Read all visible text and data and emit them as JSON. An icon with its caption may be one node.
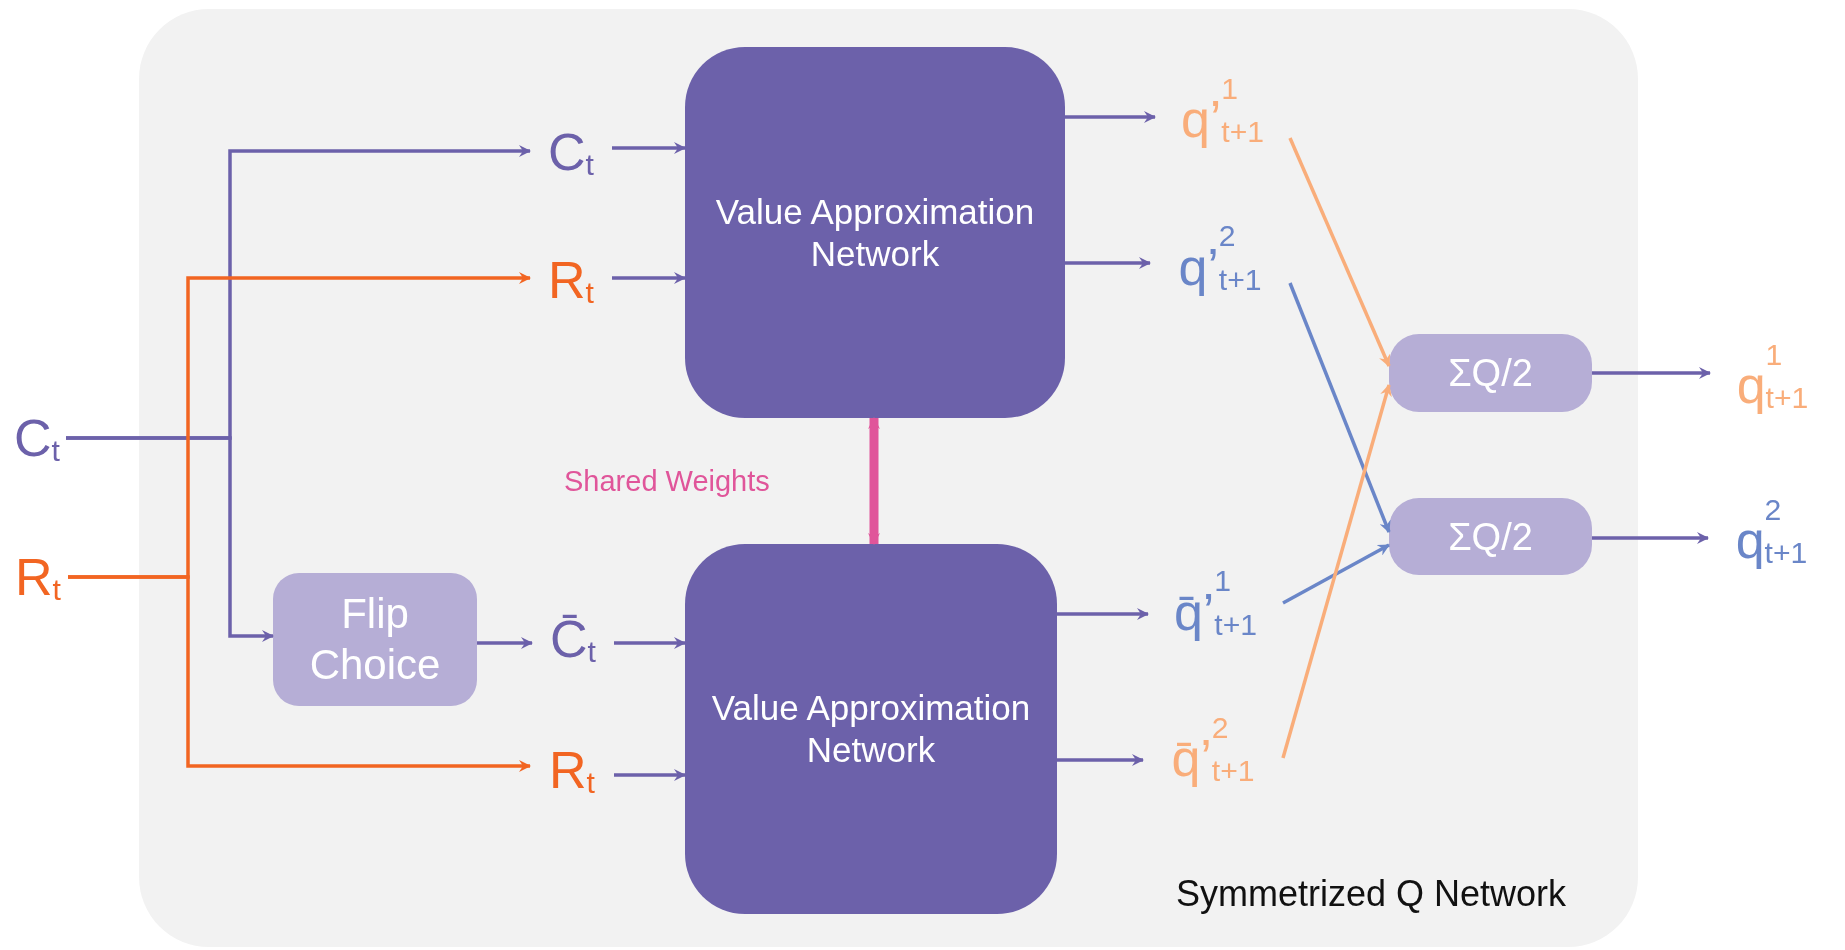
{
  "diagram": {
    "nodes": [
      {
        "text": [
          "Symmetrized Q Network"
        ]
      },
      {
        "text": [
          "C$_{t}$"
        ]
      },
      {
        "text": [
          "R$_{t}$"
        ]
      },
      {
        "text": [
          "C$_{t}$"
        ],
        "in": 0
      },
      {
        "text": [
          "R$_{t}$"
        ],
        "in": 0
      },
      {
        "text": [
          "Value Approximation Network"
        ],
        "in": 0
      },
      {
        "text": [
          "q’$^{1}$$_{t+1}$"
        ],
        "in": 0
      },
      {
        "text": [
          "q’$^{2}$$_{t+1}$"
        ],
        "in": 0
      },
      {
        "text": [
          "Flip Choice"
        ],
        "in": 0
      },
      {
        "text": [
          "C̄$_{t}$"
        ],
        "in": 0
      },
      {
        "text": [
          "R$_{t}$"
        ],
        "in": 0
      },
      {
        "text": [
          "Value Approximation Network"
        ],
        "in": 0
      },
      {
        "text": [
          "q̄’$^{1}$$_{t+1}$"
        ],
        "in": 0
      },
      {
        "text": [
          "q̄’$^{2}$$_{t+1}$"
        ],
        "in": 0
      },
      {
        "text": [
          "ΣQ/2"
        ],
        "in": 0
      },
      {
        "text": [
          "ΣQ/2"
        ],
        "in": 0
      },
      {
        "text": [
          "q$^{1}$$_{t+1}$"
        ]
      },
      {
        "text": [
          "q$^{2}$$_{t+1}$"
        ]
      }
    ],
    "edges": [
      {
        "from": 1,
        "to": 3,
        "arrow": "to"
      },
      {
        "from": 1,
        "to": 8,
        "arrow": "to"
      },
      {
        "from": 2,
        "to": 4,
        "arrow": "to",
        "color": "#f26522"
      },
      {
        "from": 2,
        "to": 10,
        "arrow": "to",
        "color": "#f26522"
      },
      {
        "from": 3,
        "to": 5,
        "arrow": "to"
      },
      {
        "from": 4,
        "to": 5,
        "arrow": "to"
      },
      {
        "from": 8,
        "to": 9,
        "arrow": "to"
      },
      {
        "from": 9,
        "to": 11,
        "arrow": "to"
      },
      {
        "from": 10,
        "to": 11,
        "arrow": "to"
      },
      {
        "from": 5,
        "to": 6,
        "arrow": "to"
      },
      {
        "from": 5,
        "to": 7,
        "arrow": "to"
      },
      {
        "from": 11,
        "to": 12,
        "arrow": "to"
      },
      {
        "from": 11,
        "to": 13,
        "arrow": "to"
      },
      {
        "from": 6,
        "to": 14,
        "arrow": "to",
        "color": "#f9ad7a"
      },
      {
        "from": 7,
        "to": 15,
        "arrow": "to",
        "color": "#6a86c8"
      },
      {
        "from": 12,
        "to": 15,
        "arrow": "to",
        "color": "#6a86c8"
      },
      {
        "from": 13,
        "to": 14,
        "arrow": "to",
        "color": "#f9ad7a"
      },
      {
        "from": 14,
        "to": 16,
        "arrow": "to"
      },
      {
        "from": 15,
        "to": 17,
        "arrow": "to"
      },
      {
        "from": 5,
        "to": 11,
        "arrow": "both",
        "label": "Shared Weights",
        "style": "thick",
        "color": "#e0559a"
      }
    ]
  }
}
